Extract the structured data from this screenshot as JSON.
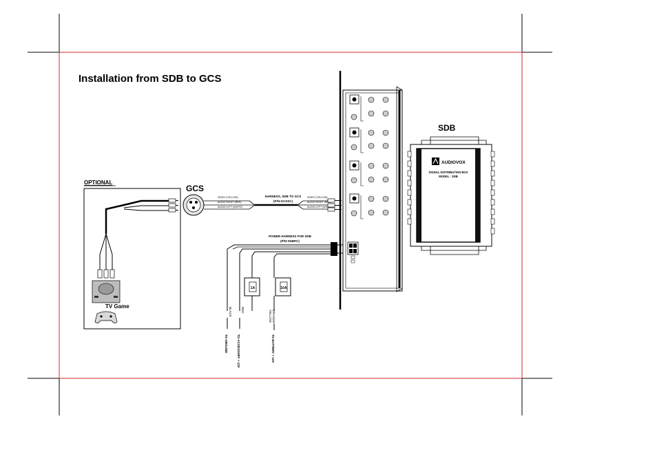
{
  "page": {
    "title": "Installation from SDB to GCS",
    "accent_color": "#d7262e"
  },
  "optional_box": {
    "label": "OPTIONAL",
    "device_label": "TV Game",
    "console_icon": "game-console-icon",
    "controller_icon": "gamepad-icon"
  },
  "gcs": {
    "label": "GCS",
    "connector_icon": "av-connector-icon",
    "left_labels": [
      "VIDEO (YELLOW)",
      "AUDIO RIGHT (RED)",
      "AUDIO LEFT (WHITE)"
    ]
  },
  "harness": {
    "title": "HARNESS, SDB TO GCS",
    "part_number": "(P/N:GCSSC)",
    "right_labels": [
      "VIDEO (YELLOW)",
      "AUDIO RIGHT (RED)",
      "AUDIO LEFT (WHITE)"
    ]
  },
  "power": {
    "title": "POWER HARNESS FOR SDB",
    "part_number": "(P/N:SDBPC)",
    "fuses": [
      "1A",
      "10A"
    ],
    "wire_colors": [
      "BLACK",
      "RED",
      "YELLOW",
      "ORANGE"
    ],
    "destinations": [
      "TO GROUND",
      "TO ACCESSORY + 12V",
      "TO BATTERY + 12V"
    ]
  },
  "sdb": {
    "label": "SDB",
    "brand": "AUDIOVOX",
    "brand_icon": "audiovox-logo-icon",
    "line1": "SIGNAL DISTRIBUTION BOX",
    "line2": "MODEL : SDB"
  }
}
